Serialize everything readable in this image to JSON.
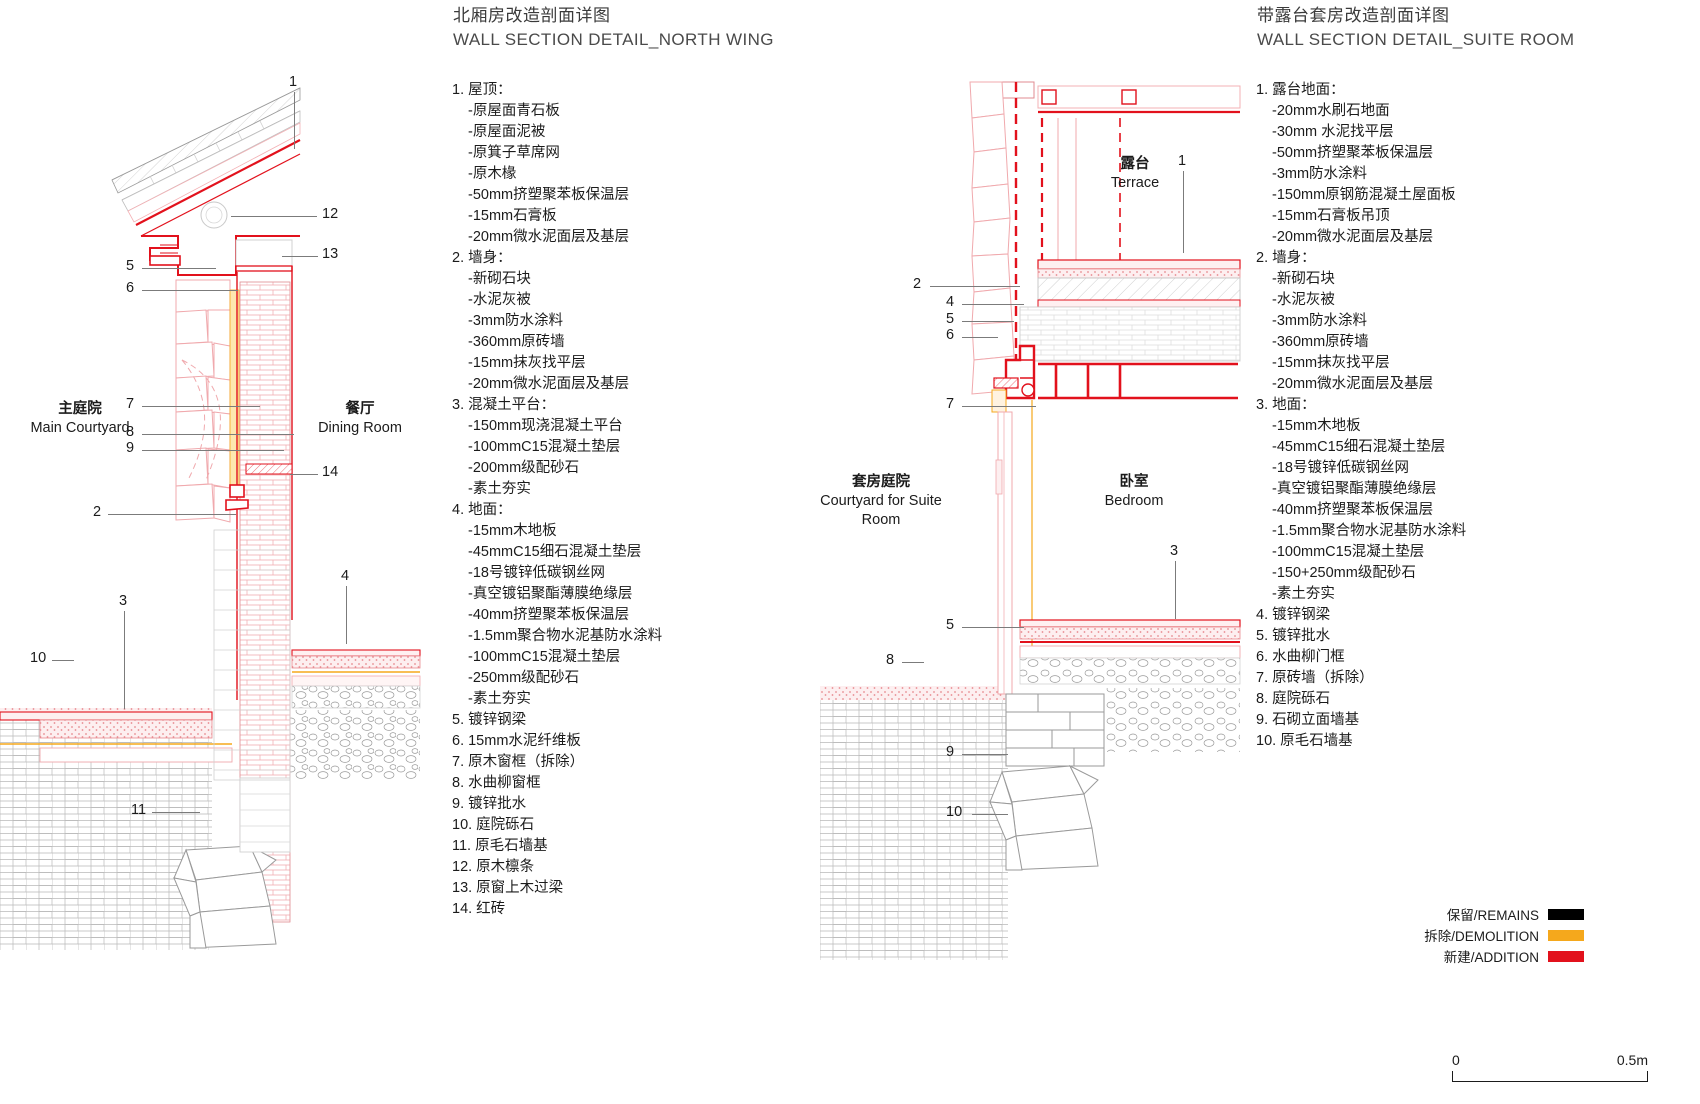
{
  "sheet": {
    "left_panel": {
      "title_cn": "北厢房改造剖面详图",
      "title_en": "WALL SECTION DETAIL_NORTH WING",
      "rooms": [
        {
          "cn": "主庭院",
          "en": "Main Courtyard"
        },
        {
          "cn": "餐厅",
          "en": "Dining Room"
        }
      ],
      "callouts": [
        "1",
        "2",
        "3",
        "4",
        "5",
        "6",
        "7",
        "8",
        "9",
        "10",
        "11",
        "12",
        "13",
        "14"
      ],
      "notes": [
        {
          "level": "head",
          "text": "1. 屋顶："
        },
        {
          "level": "sub",
          "text": "-原屋面青石板"
        },
        {
          "level": "sub",
          "text": "-原屋面泥被"
        },
        {
          "level": "sub",
          "text": "-原箕子草席网"
        },
        {
          "level": "sub",
          "text": "-原木椽"
        },
        {
          "level": "sub",
          "text": "-50mm挤塑聚苯板保温层"
        },
        {
          "level": "sub",
          "text": "-15mm石膏板"
        },
        {
          "level": "sub",
          "text": "-20mm微水泥面层及基层"
        },
        {
          "level": "head",
          "text": "2. 墙身："
        },
        {
          "level": "sub",
          "text": "-新砌石块"
        },
        {
          "level": "sub",
          "text": "-水泥灰被"
        },
        {
          "level": "sub",
          "text": "-3mm防水涂料"
        },
        {
          "level": "sub",
          "text": "-360mm原砖墙"
        },
        {
          "level": "sub",
          "text": "-15mm抹灰找平层"
        },
        {
          "level": "sub",
          "text": "-20mm微水泥面层及基层"
        },
        {
          "level": "head",
          "text": "3. 混凝土平台："
        },
        {
          "level": "sub",
          "text": "-150mm现浇混凝土平台"
        },
        {
          "level": "sub",
          "text": "-100mmC15混凝土垫层"
        },
        {
          "level": "sub",
          "text": "-200mm级配砂石"
        },
        {
          "level": "sub",
          "text": "-素土夯实"
        },
        {
          "level": "head",
          "text": "4. 地面："
        },
        {
          "level": "sub",
          "text": "-15mm木地板"
        },
        {
          "level": "sub",
          "text": "-45mmC15细石混凝土垫层"
        },
        {
          "level": "sub",
          "text": "-18号镀锌低碳钢丝网"
        },
        {
          "level": "sub",
          "text": "-真空镀铝聚酯薄膜绝缘层"
        },
        {
          "level": "sub",
          "text": "-40mm挤塑聚苯板保温层"
        },
        {
          "level": "sub",
          "text": "-1.5mm聚合物水泥基防水涂料"
        },
        {
          "level": "sub",
          "text": "-100mmC15混凝土垫层"
        },
        {
          "level": "sub",
          "text": "-250mm级配砂石"
        },
        {
          "level": "sub",
          "text": "-素土夯实"
        },
        {
          "level": "head",
          "text": "5. 镀锌钢梁"
        },
        {
          "level": "head",
          "text": "6. 15mm水泥纤维板"
        },
        {
          "level": "head",
          "text": "7. 原木窗框（拆除）"
        },
        {
          "level": "head",
          "text": "8. 水曲柳窗框"
        },
        {
          "level": "head",
          "text": "9. 镀锌批水"
        },
        {
          "level": "head",
          "text": "10. 庭院砾石"
        },
        {
          "level": "head",
          "text": "11. 原毛石墙基"
        },
        {
          "level": "head",
          "text": "12. 原木檩条"
        },
        {
          "level": "head",
          "text": "13. 原窗上木过梁"
        },
        {
          "level": "head",
          "text": "14. 红砖"
        }
      ]
    },
    "right_panel": {
      "title_cn": "带露台套房改造剖面详图",
      "title_en": "WALL SECTION DETAIL_SUITE ROOM",
      "rooms": [
        {
          "cn": "露台",
          "en": "Terrace"
        },
        {
          "cn": "套房庭院",
          "en": "Courtyard for Suite Room"
        },
        {
          "cn": "卧室",
          "en": "Bedroom"
        }
      ],
      "callouts": [
        "1",
        "2",
        "3",
        "4",
        "5",
        "6",
        "7",
        "8",
        "9",
        "10"
      ],
      "notes": [
        {
          "level": "head",
          "text": "1. 露台地面："
        },
        {
          "level": "sub",
          "text": "-20mm水刷石地面"
        },
        {
          "level": "sub",
          "text": "-30mm 水泥找平层"
        },
        {
          "level": "sub",
          "text": "-50mm挤塑聚苯板保温层"
        },
        {
          "level": "sub",
          "text": "-3mm防水涂料"
        },
        {
          "level": "sub",
          "text": "-150mm原钢筋混凝土屋面板"
        },
        {
          "level": "sub",
          "text": "-15mm石膏板吊顶"
        },
        {
          "level": "sub",
          "text": "-20mm微水泥面层及基层"
        },
        {
          "level": "head",
          "text": "2. 墙身："
        },
        {
          "level": "sub",
          "text": "-新砌石块"
        },
        {
          "level": "sub",
          "text": "-水泥灰被"
        },
        {
          "level": "sub",
          "text": "-3mm防水涂料"
        },
        {
          "level": "sub",
          "text": "-360mm原砖墙"
        },
        {
          "level": "sub",
          "text": "-15mm抹灰找平层"
        },
        {
          "level": "sub",
          "text": "-20mm微水泥面层及基层"
        },
        {
          "level": "head",
          "text": "3. 地面："
        },
        {
          "level": "sub",
          "text": "-15mm木地板"
        },
        {
          "level": "sub",
          "text": "-45mmC15细石混凝土垫层"
        },
        {
          "level": "sub",
          "text": "-18号镀锌低碳钢丝网"
        },
        {
          "level": "sub",
          "text": "-真空镀铝聚酯薄膜绝缘层"
        },
        {
          "level": "sub",
          "text": "-40mm挤塑聚苯板保温层"
        },
        {
          "level": "sub",
          "text": "-1.5mm聚合物水泥基防水涂料"
        },
        {
          "level": "sub",
          "text": "-100mmC15混凝土垫层"
        },
        {
          "level": "sub",
          "text": "-150+250mm级配砂石"
        },
        {
          "level": "sub",
          "text": "-素土夯实"
        },
        {
          "level": "head",
          "text": "4. 镀锌钢梁"
        },
        {
          "level": "head",
          "text": "5. 镀锌批水"
        },
        {
          "level": "head",
          "text": "6. 水曲柳门框"
        },
        {
          "level": "head",
          "text": "7. 原砖墙（拆除）"
        },
        {
          "level": "head",
          "text": "8. 庭院砾石"
        },
        {
          "level": "head",
          "text": "9. 石砌立面墙基"
        },
        {
          "level": "head",
          "text": "10. 原毛石墙基"
        }
      ]
    },
    "legend": {
      "items": [
        {
          "label": "保留/REMAINS",
          "color": "#000000"
        },
        {
          "label": "拆除/DEMOLITION",
          "color": "#f5a81c"
        },
        {
          "label": "新建/ADDITION",
          "color": "#e2111c"
        }
      ]
    },
    "scalebar": {
      "start": "0",
      "end": "0.5m"
    }
  }
}
